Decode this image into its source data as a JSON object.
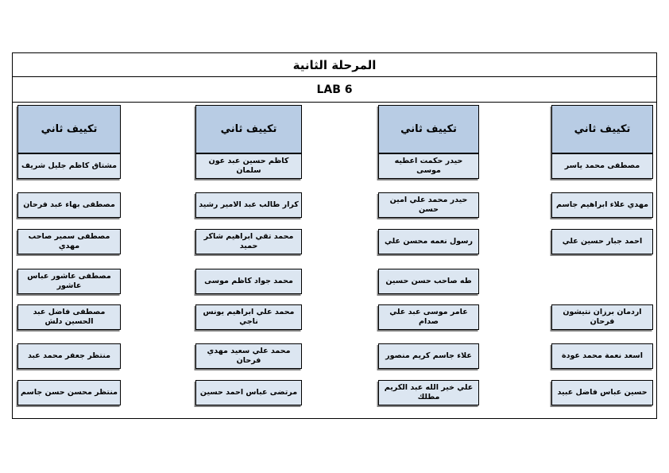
{
  "header": {
    "title": "المرحلة الثانية",
    "lab": "LAB 6"
  },
  "colors": {
    "group_header_fill": "#b8cce4",
    "name_box_fill": "#dce6f1",
    "border": "#000000",
    "page_background": "#ffffff",
    "text": "#000000"
  },
  "columns": [
    {
      "header": "تكييف ثاني",
      "names": [
        "مشتاق كاظم جليل شريف",
        "مصطفى بهاء عبد فرحان",
        "مصطفى سمير صاحب مهدي",
        "مصطفى عاشور عباس عاشور",
        "مصطفى فاضل عبد الحسين دلش",
        "منتظر جعفر محمد عبد",
        "منتظر محسن حسن جاسم"
      ]
    },
    {
      "header": "تكييف ثاني",
      "names": [
        "كاظم حسين عبد عون سلمان",
        "كرار طالب عبد الامير رشيد",
        "محمد تقي ابراهيم شاكر حميد",
        "محمد جواد كاظم موسى",
        "محمد علي ابراهيم يونس ناجي",
        "محمد علي سعيد مهدي فرحان",
        "مرتضى عباس احمد حسين"
      ]
    },
    {
      "header": "تكييف ثاني",
      "names": [
        "حيدر حكمت اعطيه موسى",
        "حيدر محمد علي امين حسن",
        "رسول نعمه محسن علي",
        "طه صاحب حسن حسين",
        "عامر موسى عبد علي صدام",
        "علاء جاسم كريم منصور",
        "علي خير الله عبد الكريم مطلك"
      ]
    },
    {
      "header": "تكييف ثاني",
      "empty_row": 4,
      "names": [
        "مصطفى محمد ياسر",
        "مهدي علاء ابراهيم جاسم",
        "احمد جبار حسين علي",
        "اردمان برزان نتيشون فرحان",
        "اسعد نعمة محمد عودة",
        "حسين عباس فاضل عبيد"
      ]
    }
  ]
}
